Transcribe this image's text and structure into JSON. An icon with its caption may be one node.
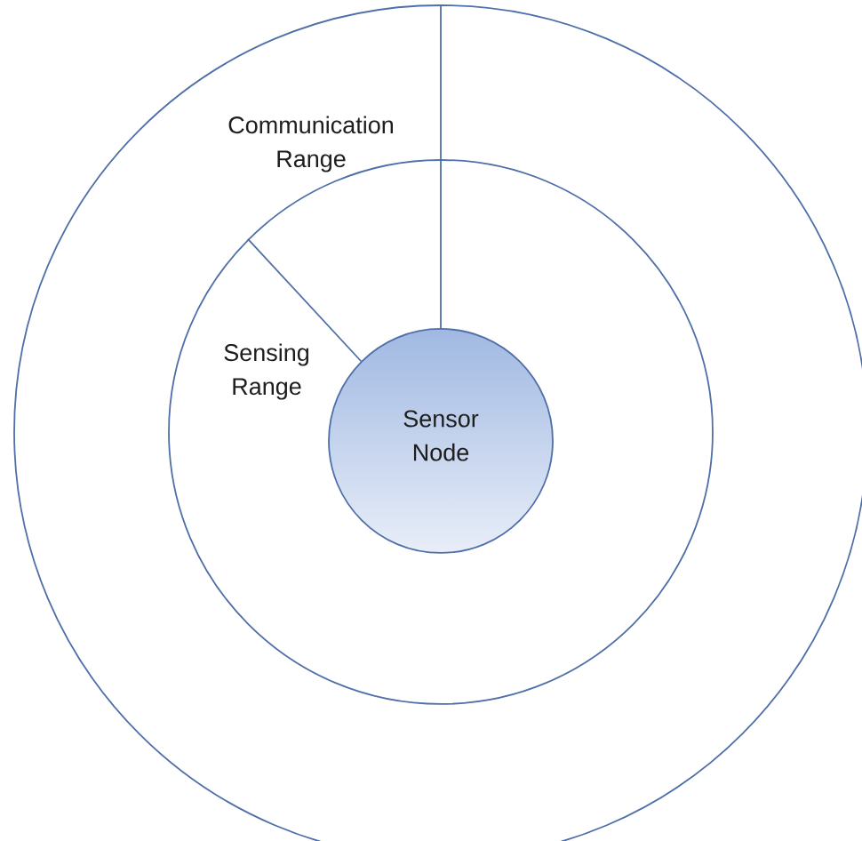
{
  "diagram": {
    "nodes": [
      {
        "text": [
          "Communication Range"
        ]
      },
      {
        "text": [
          "Sensing Range"
        ],
        "in": 0
      },
      {
        "text": [
          "Sensor Node"
        ],
        "in": 1
      }
    ]
  }
}
